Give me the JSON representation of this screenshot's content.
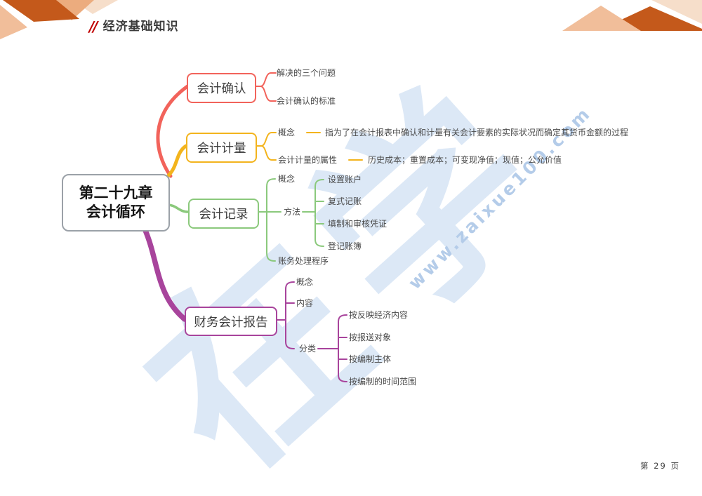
{
  "header": {
    "slashes": "//",
    "title": "经济基础知识"
  },
  "footer": {
    "page_label": "第 29 页"
  },
  "watermark": {
    "logo_text": "在学",
    "url_text": "www.zaixue100.com",
    "logo_color": "#DCE8F6",
    "url_color": "#B4CCE9"
  },
  "colors": {
    "accent_red": "#C00000",
    "root_border": "#9BA1A8",
    "deco_dark_orange": "#C4591B",
    "deco_light_peach": "#F1BE9A",
    "deco_mid_peach": "#ECAC7E",
    "deco_pale_peach": "#F6DECA"
  },
  "mindmap": {
    "root": {
      "line1": "第二十九章",
      "line2": "会计循环"
    },
    "branches": [
      {
        "label": "会计确认",
        "color": "#F2635B",
        "children": [
          {
            "label": "解决的三个问题"
          },
          {
            "label": "会计确认的标准"
          }
        ]
      },
      {
        "label": "会计计量",
        "color": "#F3B41D",
        "children": [
          {
            "label": "概念",
            "note": "指为了在会计报表中确认和计量有关会计要素的实际状况而确定其货币金额的过程"
          },
          {
            "label": "会计计量的属性",
            "note": "历史成本；重置成本；可变现净值；现值；公允价值"
          }
        ]
      },
      {
        "label": "会计记录",
        "color": "#8BC97C",
        "children": [
          {
            "label": "概念"
          },
          {
            "label": "方法",
            "children": [
              "设置账户",
              "复式记账",
              "填制和审核凭证",
              "登记账簿"
            ]
          },
          {
            "label": "账务处理程序"
          }
        ]
      },
      {
        "label": "财务会计报告",
        "color": "#A8449C",
        "children": [
          {
            "label": "概念"
          },
          {
            "label": "内容"
          },
          {
            "label": "分类",
            "children": [
              "按反映经济内容",
              "按报送对象",
              "按编制主体",
              "按编制的时间范围"
            ]
          }
        ]
      }
    ]
  }
}
